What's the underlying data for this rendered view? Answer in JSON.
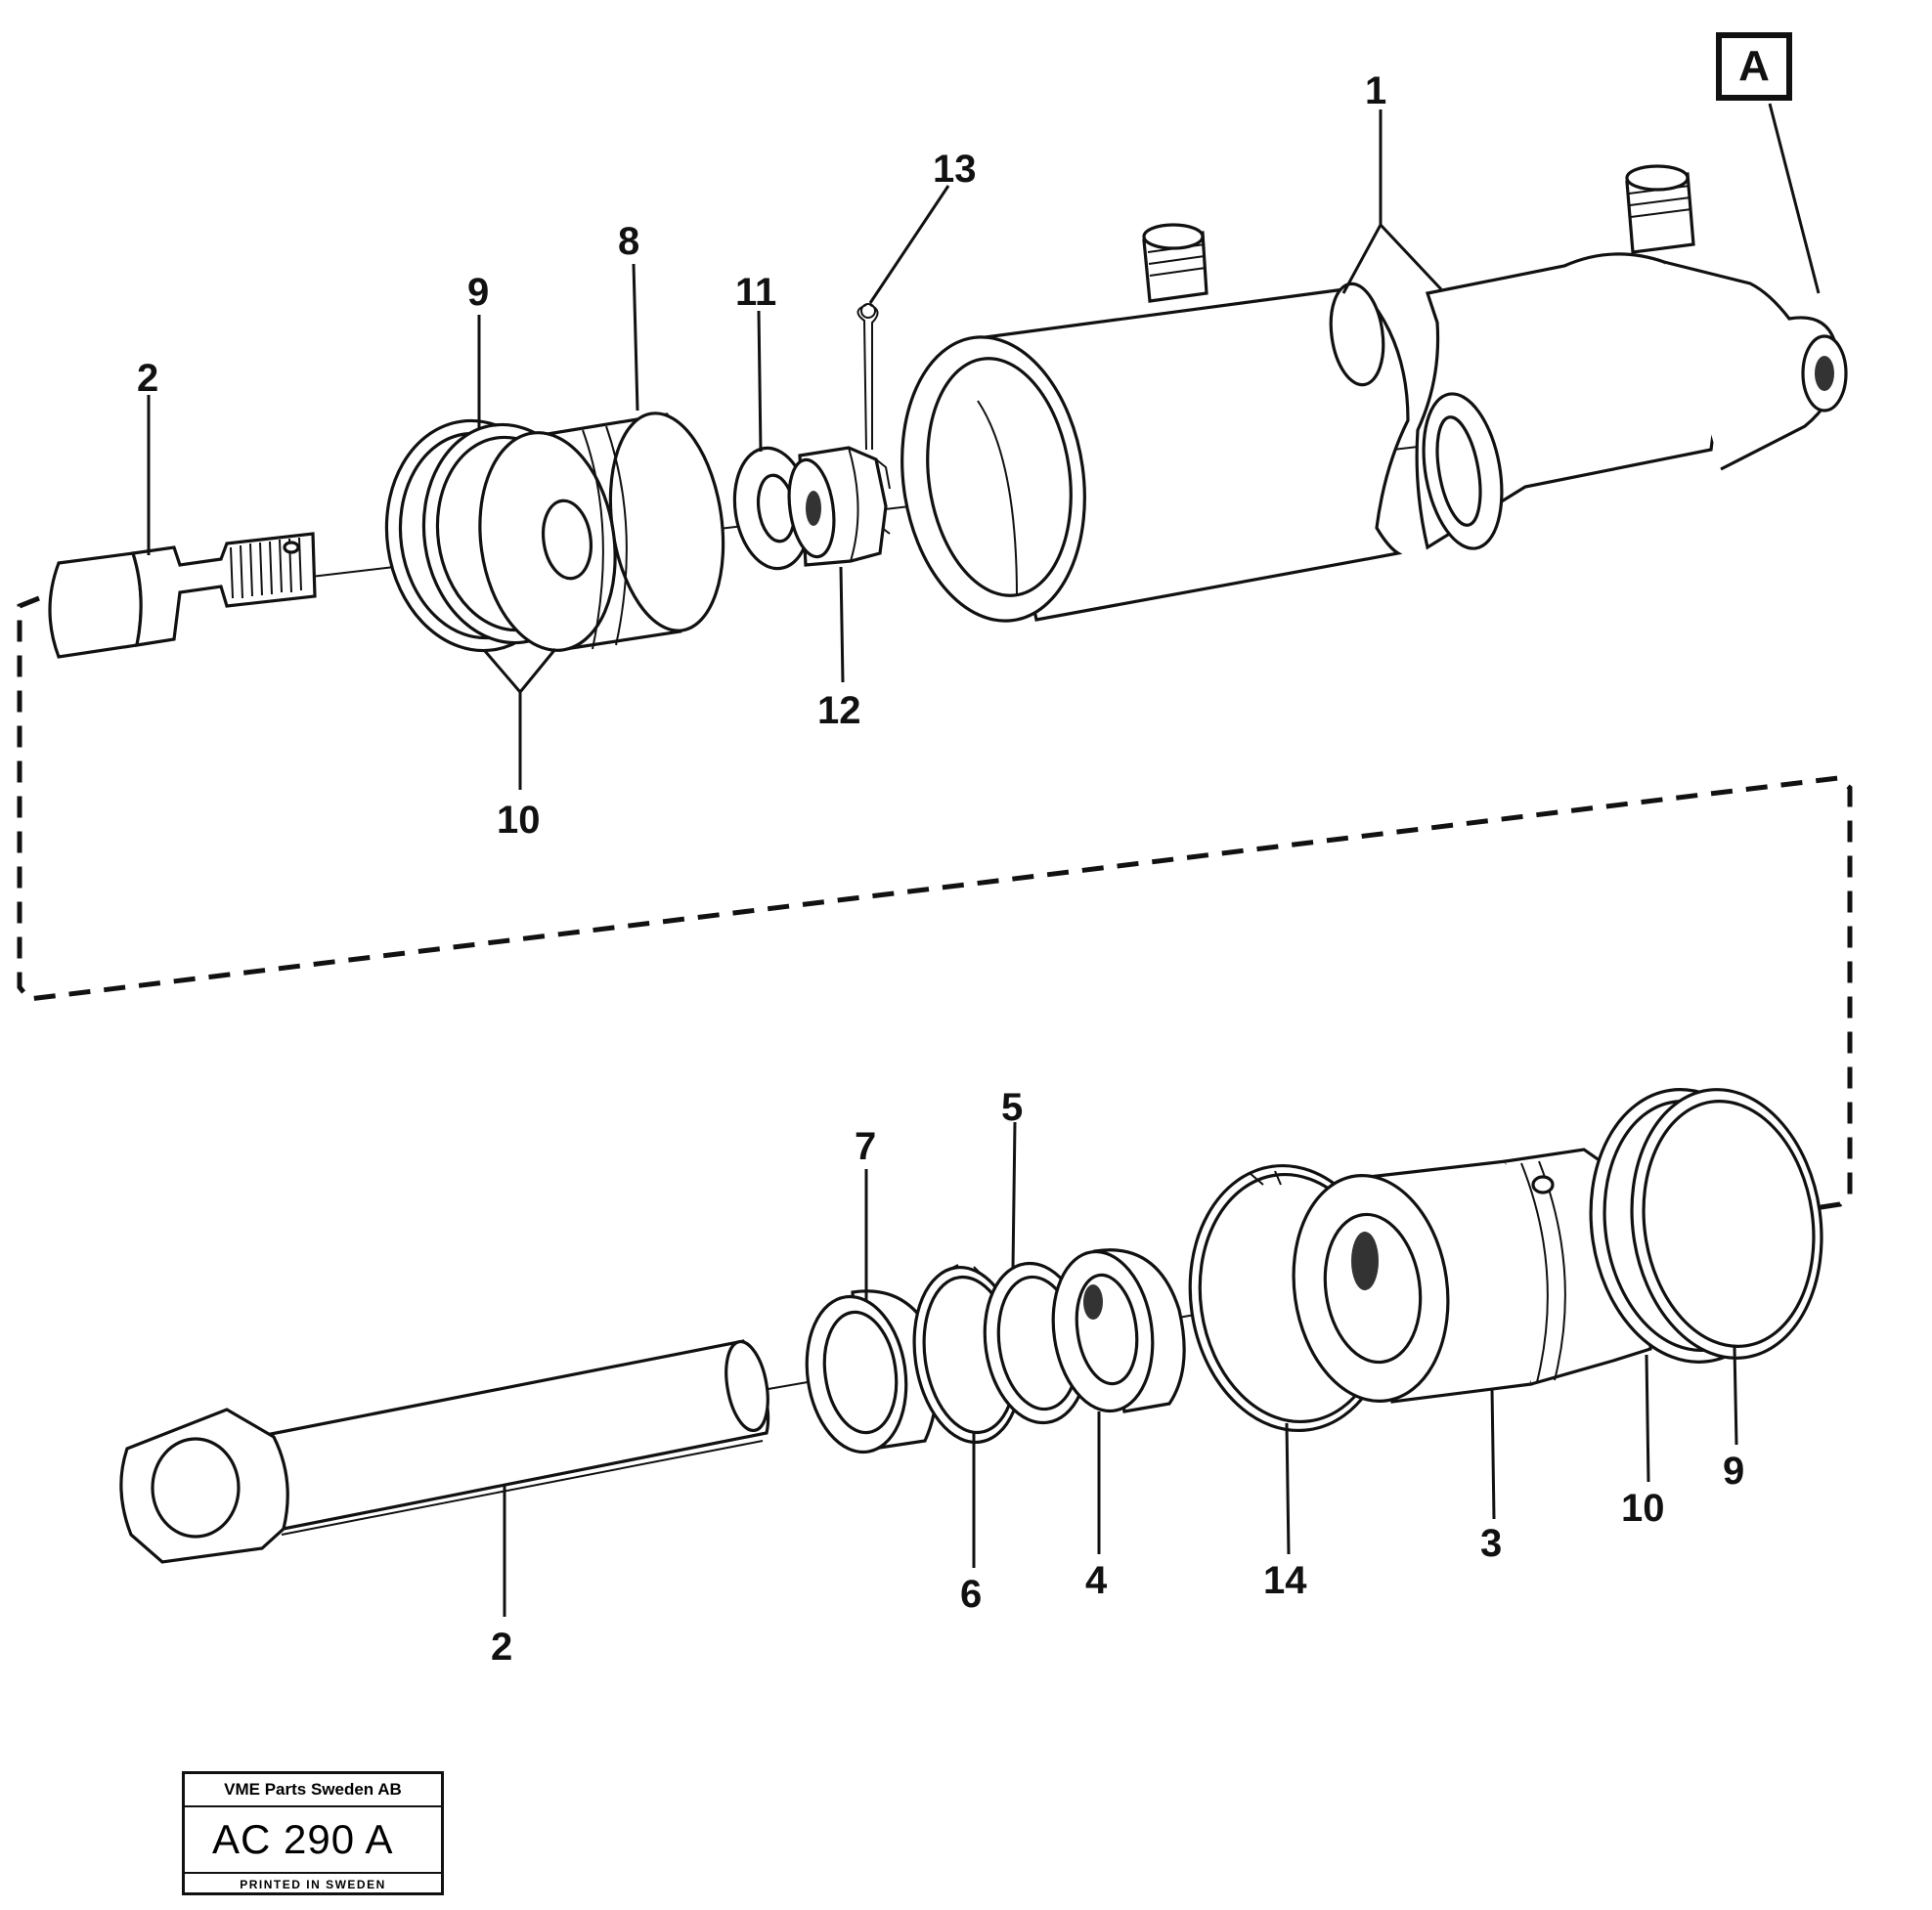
{
  "callouts": {
    "c1": "1",
    "c2_top": "2",
    "c2_bottom": "2",
    "c3": "3",
    "c4": "4",
    "c5": "5",
    "c6": "6",
    "c7": "7",
    "c8": "8",
    "c9_top": "9",
    "c9_bottom": "9",
    "c10_top": "10",
    "c10_bottom": "10",
    "c11": "11",
    "c12": "12",
    "c13": "13",
    "c14": "14"
  },
  "detail_marker": "A",
  "titleblock": {
    "company": "VME Parts Sweden AB",
    "code": "AC  290 A",
    "printed": "PRINTED IN SWEDEN"
  }
}
